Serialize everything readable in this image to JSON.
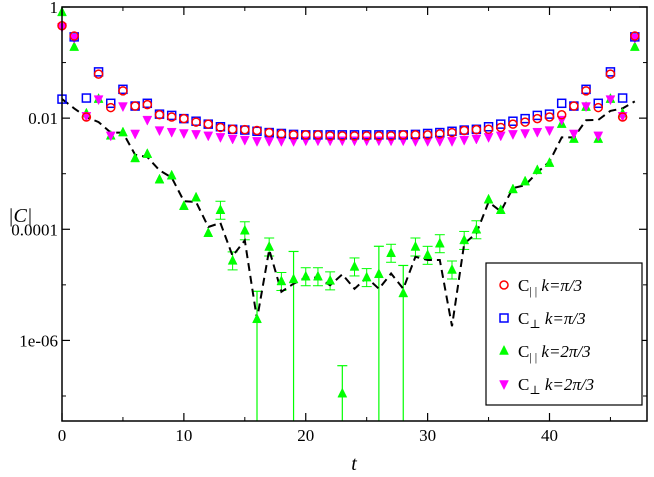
{
  "chart_data": {
    "type": "scatter",
    "xlabel": "t",
    "ylabel": "|C|",
    "xlim": [
      0,
      48
    ],
    "ylim_log10": [
      -7.45,
      0
    ],
    "yscale": "log",
    "grid": false,
    "legend_placement": "bottom-right",
    "x_ticks": [
      0,
      10,
      20,
      30,
      40
    ],
    "x_tick_labels": [
      "0",
      "10",
      "20",
      "30",
      "40"
    ],
    "y_ticks_log10": [
      0,
      -2,
      -4,
      -6
    ],
    "y_tick_labels": [
      "1",
      "0.01",
      "0.0001",
      "1e-06"
    ],
    "series": [
      {
        "name": "C|| k=π/3",
        "legend": {
          "sym": "C",
          "sub": "| |",
          "rest": " k=π/3"
        },
        "marker": "circle",
        "color": "#ff0000",
        "points": [
          [
            0,
            0.46
          ],
          [
            1,
            0.3
          ],
          [
            2,
            0.0105
          ],
          [
            3,
            0.062
          ],
          [
            4,
            0.0155
          ],
          [
            5,
            0.031
          ],
          [
            6,
            0.0165
          ],
          [
            7,
            0.0175
          ],
          [
            8,
            0.0115
          ],
          [
            9,
            0.0105
          ],
          [
            10,
            0.0098
          ],
          [
            11,
            0.0085
          ],
          [
            12,
            0.0078
          ],
          [
            13,
            0.0068
          ],
          [
            14,
            0.0063
          ],
          [
            15,
            0.0062
          ],
          [
            16,
            0.006
          ],
          [
            17,
            0.0055
          ],
          [
            18,
            0.0052
          ],
          [
            19,
            0.005
          ],
          [
            20,
            0.005
          ],
          [
            21,
            0.005
          ],
          [
            22,
            0.0048
          ],
          [
            23,
            0.0048
          ],
          [
            24,
            0.0048
          ],
          [
            25,
            0.0048
          ],
          [
            26,
            0.0048
          ],
          [
            27,
            0.0048
          ],
          [
            28,
            0.005
          ],
          [
            29,
            0.005
          ],
          [
            30,
            0.005
          ],
          [
            31,
            0.0052
          ],
          [
            32,
            0.0055
          ],
          [
            33,
            0.006
          ],
          [
            34,
            0.0062
          ],
          [
            35,
            0.0063
          ],
          [
            36,
            0.0068
          ],
          [
            37,
            0.0078
          ],
          [
            38,
            0.0085
          ],
          [
            39,
            0.0098
          ],
          [
            40,
            0.0105
          ],
          [
            41,
            0.0115
          ],
          [
            42,
            0.0165
          ],
          [
            43,
            0.031
          ],
          [
            44,
            0.0155
          ],
          [
            45,
            0.062
          ],
          [
            46,
            0.0105
          ],
          [
            47,
            0.3
          ]
        ]
      },
      {
        "name": "C⊥ k=π/3",
        "legend": {
          "sym": "C",
          "sub": "⊥",
          "rest": " k=π/3"
        },
        "marker": "square",
        "color": "#0000ff",
        "points": [
          [
            0,
            0.022
          ],
          [
            1,
            0.29
          ],
          [
            2,
            0.023
          ],
          [
            3,
            0.068
          ],
          [
            4,
            0.0185
          ],
          [
            5,
            0.033
          ],
          [
            6,
            0.0165
          ],
          [
            7,
            0.0185
          ],
          [
            8,
            0.0118
          ],
          [
            9,
            0.0112
          ],
          [
            10,
            0.0098
          ],
          [
            11,
            0.0088
          ],
          [
            12,
            0.0078
          ],
          [
            13,
            0.007
          ],
          [
            14,
            0.0063
          ],
          [
            15,
            0.0061
          ],
          [
            16,
            0.0058
          ],
          [
            17,
            0.0055
          ],
          [
            18,
            0.0053
          ],
          [
            19,
            0.0051
          ],
          [
            20,
            0.005
          ],
          [
            21,
            0.005
          ],
          [
            22,
            0.005
          ],
          [
            23,
            0.005
          ],
          [
            24,
            0.005
          ],
          [
            25,
            0.005
          ],
          [
            26,
            0.005
          ],
          [
            27,
            0.005
          ],
          [
            28,
            0.005
          ],
          [
            29,
            0.0051
          ],
          [
            30,
            0.0053
          ],
          [
            31,
            0.0055
          ],
          [
            32,
            0.0058
          ],
          [
            33,
            0.0061
          ],
          [
            34,
            0.0063
          ],
          [
            35,
            0.007
          ],
          [
            36,
            0.0078
          ],
          [
            37,
            0.0088
          ],
          [
            38,
            0.0098
          ],
          [
            39,
            0.0112
          ],
          [
            40,
            0.0118
          ],
          [
            41,
            0.0185
          ],
          [
            42,
            0.0165
          ],
          [
            43,
            0.033
          ],
          [
            44,
            0.0185
          ],
          [
            45,
            0.068
          ],
          [
            46,
            0.023
          ],
          [
            47,
            0.29
          ]
        ]
      },
      {
        "name": "C|| k=2π/3",
        "legend": {
          "sym": "C",
          "sub": "| |",
          "rest": " k=2π/3"
        },
        "marker": "triangle-up",
        "color": "#00ff00",
        "points": [
          [
            0,
            0.8
          ],
          [
            1,
            0.19
          ],
          [
            2,
            0.012
          ],
          [
            3,
            0.022
          ],
          [
            4,
            0.0048
          ],
          [
            5,
            0.0055
          ],
          [
            6,
            0.00188
          ],
          [
            7,
            0.00225
          ],
          [
            8,
            0.00078
          ],
          [
            9,
            0.00092
          ],
          [
            10,
            0.00026
          ],
          [
            11,
            0.00037
          ],
          [
            12,
            8.5e-05
          ],
          [
            13,
            0.00022
          ],
          [
            14,
            2.7e-05
          ],
          [
            15,
            9.4e-05
          ],
          [
            16,
            2.4e-06
          ],
          [
            17,
            4.8e-05
          ],
          [
            18,
            1.15e-05
          ],
          [
            19,
            1.25e-05
          ],
          [
            20,
            1.4e-05
          ],
          [
            21,
            1.4e-05
          ],
          [
            22,
            1.18e-05
          ],
          [
            23,
            1.1e-07
          ],
          [
            24,
            2.1e-05
          ],
          [
            25,
            1.35e-05
          ],
          [
            26,
            1.55e-05
          ],
          [
            27,
            3.7e-05
          ],
          [
            28,
            7e-06
          ],
          [
            29,
            4.8e-05
          ],
          [
            30,
            3.4e-05
          ],
          [
            31,
            5.5e-05
          ],
          [
            32,
            1.85e-05
          ],
          [
            33,
            6.3e-05
          ],
          [
            34,
            9.8e-05
          ],
          [
            35,
            0.00034
          ],
          [
            36,
            0.00022
          ],
          [
            37,
            0.00052
          ],
          [
            38,
            0.00072
          ],
          [
            39,
            0.00115
          ],
          [
            40,
            0.00155
          ],
          [
            41,
            0.0078
          ],
          [
            42,
            0.0042
          ],
          [
            43,
            0.0158
          ],
          [
            44,
            0.0042
          ],
          [
            45,
            0.022
          ],
          [
            46,
            0.012
          ],
          [
            47,
            0.19
          ]
        ]
      },
      {
        "name": "C⊥ k=2π/3",
        "legend": {
          "sym": "C",
          "sub": "⊥",
          "rest": " k=2π/3"
        },
        "marker": "triangle-down",
        "color": "#ff00ff",
        "points": [
          [
            0,
            0.44
          ],
          [
            1,
            0.28
          ],
          [
            2,
            0.011
          ],
          [
            3,
            0.022
          ],
          [
            4,
            0.0049
          ],
          [
            5,
            0.0165
          ],
          [
            6,
            0.0053
          ],
          [
            7,
            0.0094
          ],
          [
            8,
            0.0061
          ],
          [
            9,
            0.0057
          ],
          [
            10,
            0.0054
          ],
          [
            11,
            0.0052
          ],
          [
            12,
            0.0049
          ],
          [
            13,
            0.0046
          ],
          [
            14,
            0.0043
          ],
          [
            15,
            0.0041
          ],
          [
            16,
            0.0039
          ],
          [
            17,
            0.0039
          ],
          [
            18,
            0.0039
          ],
          [
            19,
            0.0039
          ],
          [
            20,
            0.004
          ],
          [
            21,
            0.004
          ],
          [
            22,
            0.004
          ],
          [
            23,
            0.004
          ],
          [
            24,
            0.004
          ],
          [
            25,
            0.004
          ],
          [
            26,
            0.004
          ],
          [
            27,
            0.004
          ],
          [
            28,
            0.004
          ],
          [
            29,
            0.0039
          ],
          [
            30,
            0.0039
          ],
          [
            31,
            0.0039
          ],
          [
            32,
            0.0039
          ],
          [
            33,
            0.0041
          ],
          [
            34,
            0.0043
          ],
          [
            35,
            0.0046
          ],
          [
            36,
            0.0049
          ],
          [
            37,
            0.0052
          ],
          [
            38,
            0.0054
          ],
          [
            39,
            0.0057
          ],
          [
            40,
            0.0061
          ],
          [
            41,
            0.0094
          ],
          [
            42,
            0.0053
          ],
          [
            43,
            0.0165
          ],
          [
            44,
            0.0049
          ],
          [
            45,
            0.022
          ],
          [
            46,
            0.011
          ],
          [
            47,
            0.28
          ]
        ]
      }
    ],
    "green_error_bars_to_bottom": [
      16,
      19,
      23,
      26,
      28
    ],
    "dashed_line": {
      "color": "#000000",
      "points": [
        [
          0,
          0.022
        ],
        [
          1,
          0.015
        ],
        [
          2,
          0.0105
        ],
        [
          3,
          0.0085
        ],
        [
          4,
          0.0055
        ],
        [
          5,
          0.0055
        ],
        [
          6,
          0.0022
        ],
        [
          7,
          0.002
        ],
        [
          8,
          0.00115
        ],
        [
          9,
          0.00085
        ],
        [
          10,
          0.00032
        ],
        [
          11,
          0.00031
        ],
        [
          12,
          0.00011
        ],
        [
          13,
          0.00013
        ],
        [
          14,
          3.3e-05
        ],
        [
          15,
          6.3e-05
        ],
        [
          16,
          2.4e-06
        ],
        [
          17,
          4.3e-05
        ],
        [
          18,
          7.5e-06
        ],
        [
          19,
          1.05e-05
        ],
        [
          20,
          1.35e-05
        ],
        [
          21,
          1.35e-05
        ],
        [
          22,
          9.8e-06
        ],
        [
          23,
          1.55e-05
        ],
        [
          24,
          8.5e-06
        ],
        [
          25,
          1.35e-05
        ],
        [
          26,
          8.5e-06
        ],
        [
          27,
          1.6e-05
        ],
        [
          28,
          8.5e-06
        ],
        [
          29,
          3.2e-05
        ],
        [
          30,
          2.8e-05
        ],
        [
          31,
          2.8e-05
        ],
        [
          32,
          1.8e-06
        ],
        [
          33,
          5.5e-05
        ],
        [
          34,
          8.5e-05
        ],
        [
          35,
          0.00031
        ],
        [
          36,
          0.00021
        ],
        [
          37,
          0.00055
        ],
        [
          38,
          0.00062
        ],
        [
          39,
          0.00105
        ],
        [
          40,
          0.00165
        ],
        [
          41,
          0.0045
        ],
        [
          42,
          0.0045
        ],
        [
          43,
          0.0092
        ],
        [
          44,
          0.0093
        ],
        [
          45,
          0.0135
        ],
        [
          46,
          0.015
        ],
        [
          47,
          0.02
        ]
      ]
    }
  }
}
